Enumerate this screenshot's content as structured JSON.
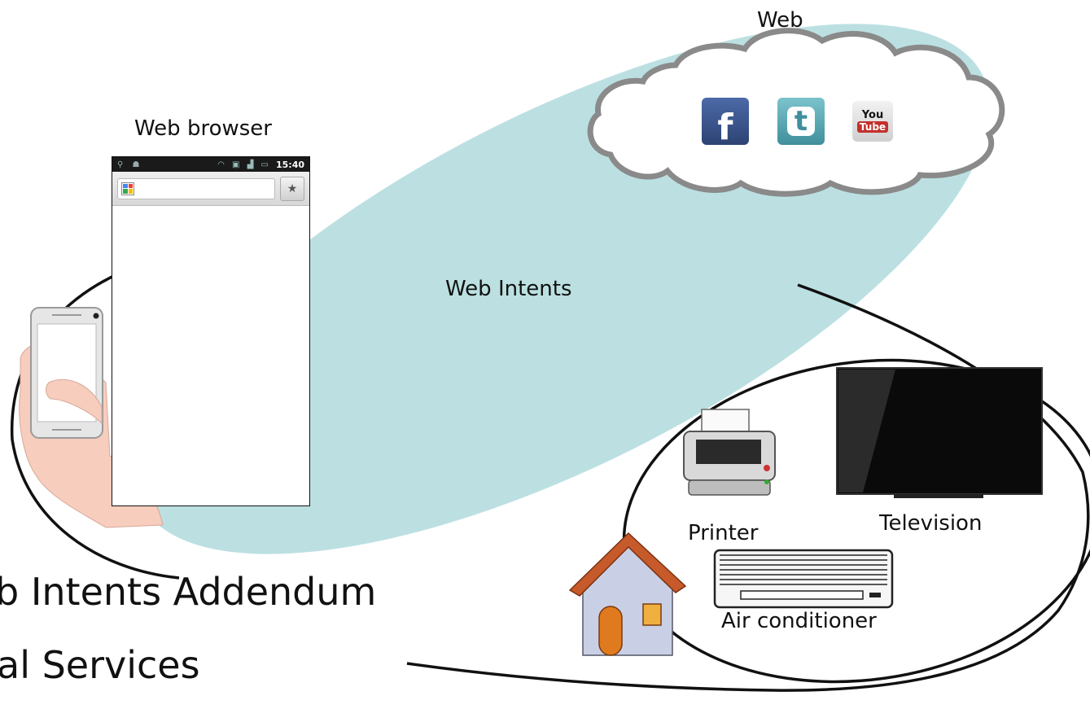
{
  "labels": {
    "web": "Web",
    "web_browser": "Web browser",
    "web_intents": "Web Intents",
    "printer": "Printer",
    "television": "Television",
    "air_conditioner": "Air conditioner"
  },
  "title": {
    "line1": "b Intents Addendum",
    "line2": "al Services"
  },
  "browser": {
    "status_time": "15:40"
  },
  "icons": {
    "facebook_glyph": "f",
    "twitter_glyph": "t",
    "youtube_you": "You",
    "youtube_tube": "Tube"
  },
  "colors": {
    "web_region": "#bce0e2",
    "cloud_fill": "#ffffff",
    "cloud_stroke": "#8a8a8a",
    "facebook": "#3b5998",
    "twitter": "#4ba3b0",
    "youtube": "#c4302b"
  }
}
